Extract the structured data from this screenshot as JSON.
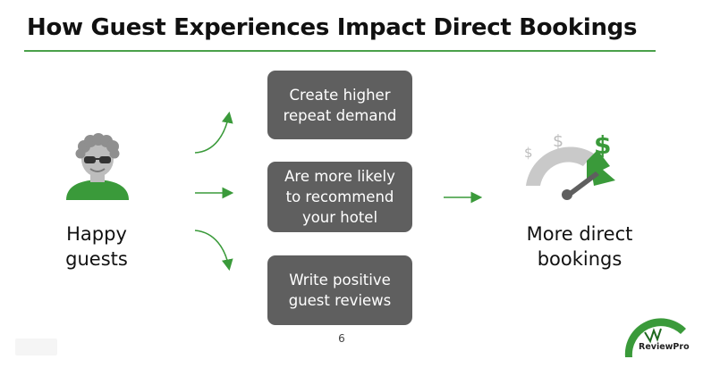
{
  "slide": {
    "title": "How Guest Experiences Impact Direct Bookings",
    "left_label": "Happy\nguests",
    "right_label": "More direct\nbookings",
    "page_number": "6"
  },
  "boxes": [
    {
      "text": "Create higher\nrepeat demand"
    },
    {
      "text": "Are more likely\nto recommend\nyour hotel"
    },
    {
      "text": "Write positive\nguest reviews"
    }
  ],
  "gauge": {
    "symbols": [
      "$",
      "$",
      "$"
    ]
  },
  "logo": {
    "text": "ReviewPro"
  },
  "colors": {
    "accent_green": "#3a9a3a",
    "box_gray": "#5f5f5f",
    "gauge_gray": "#c9c9c9",
    "title_text": "#111111"
  },
  "icons": [
    "person-sunglasses-icon",
    "speedometer-dollar-icon",
    "arrow-icon",
    "reviewpro-logo"
  ]
}
